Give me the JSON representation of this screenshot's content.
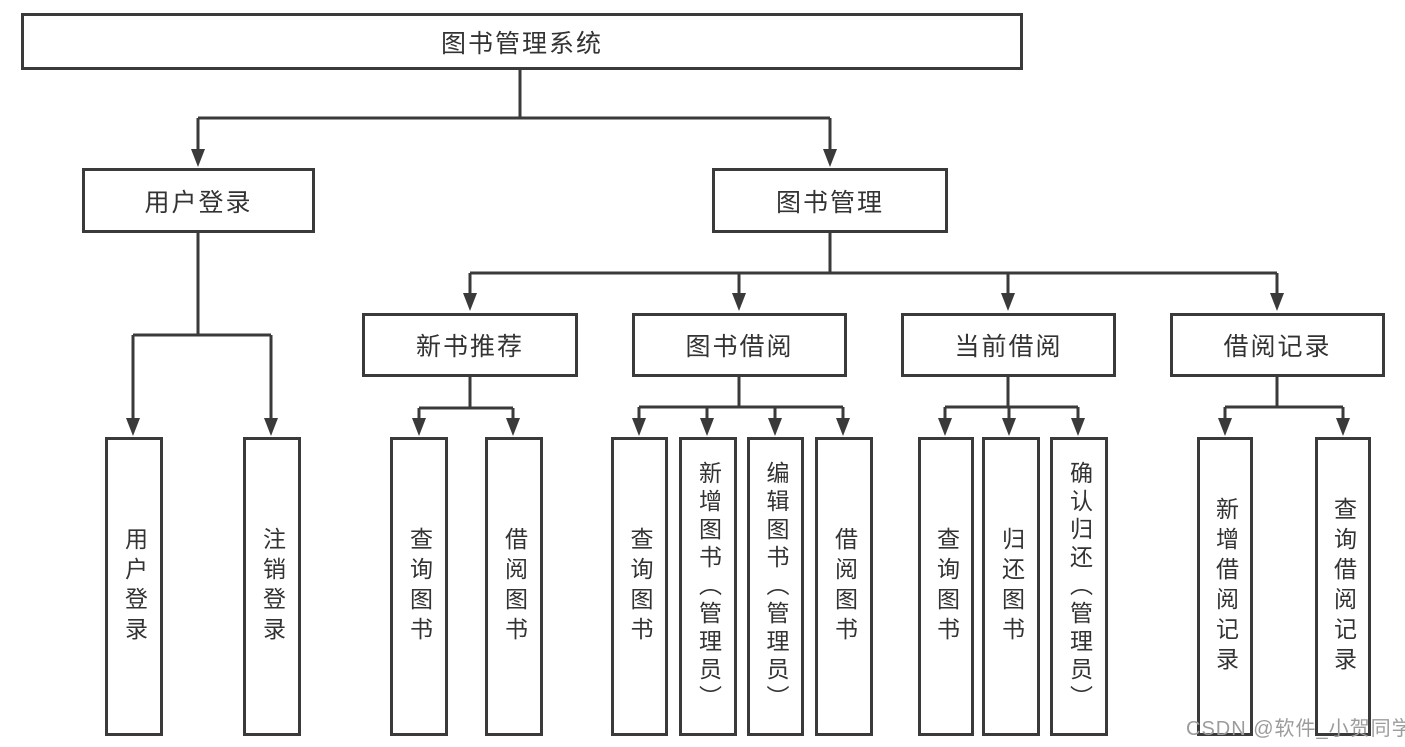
{
  "diagram_type": "hierarchy-tree",
  "colors": {
    "line": "#3a3a3a",
    "box_border": "#3a3a3a",
    "text": "#333333",
    "watermark": "#9c9c9c",
    "background": "#ffffff"
  },
  "tree": {
    "label": "图书管理系统",
    "children": [
      {
        "label": "用户登录",
        "children": [
          {
            "label": "用户登录"
          },
          {
            "label": "注销登录"
          }
        ]
      },
      {
        "label": "图书管理",
        "children": [
          {
            "label": "新书推荐",
            "children": [
              {
                "label": "查询图书"
              },
              {
                "label": "借阅图书"
              }
            ]
          },
          {
            "label": "图书借阅",
            "children": [
              {
                "label": "查询图书"
              },
              {
                "label": "新增图书（管理员）"
              },
              {
                "label": "编辑图书（管理员）"
              },
              {
                "label": "借阅图书"
              }
            ]
          },
          {
            "label": "当前借阅",
            "children": [
              {
                "label": "查询图书"
              },
              {
                "label": "归还图书"
              },
              {
                "label": "确认归还（管理员）"
              }
            ]
          },
          {
            "label": "借阅记录",
            "children": [
              {
                "label": "新增借阅记录"
              },
              {
                "label": "查询借阅记录"
              }
            ]
          }
        ]
      }
    ]
  },
  "watermark": "CSDN @软件_小贺同学"
}
